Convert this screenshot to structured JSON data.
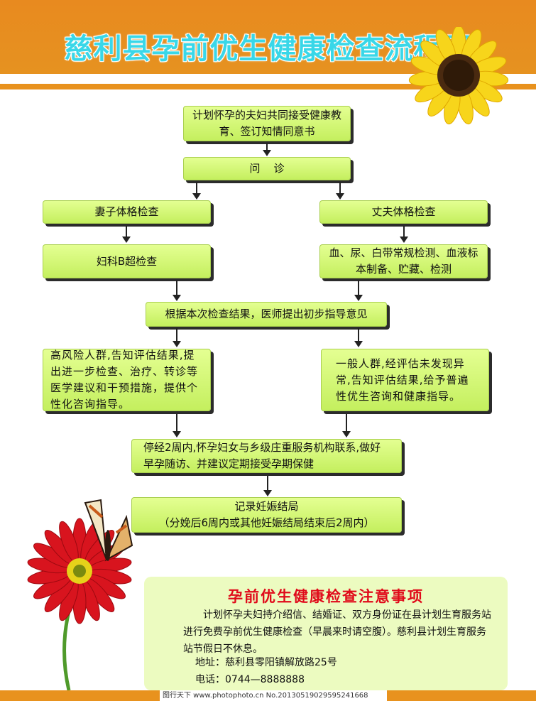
{
  "title": "慈利县孕前优生健康检查流程图",
  "flow": {
    "step1": "计划怀孕的夫妇共同接受健康教育、签订知情同意书",
    "step2": "问    诊",
    "wife_exam": "妻子体格检查",
    "husband_exam": "丈夫体格检查",
    "wife_b": "妇科B超检查",
    "husband_tests": "血、尿、白带常规检测、血液标本制备、贮藏、检测",
    "advice": "根据本次检查结果，医师提出初步指导意见",
    "high_risk": "高风险人群,告知评估结果,提出进一步检查、治疗、转诊等医学建议和干预措施，提供个性化咨询指导。",
    "general": "一般人群,经评估未发现异常,告知评估结果,给予普遍性优生咨询和健康指导。",
    "followup": "停经2周内,怀孕妇女与乡级庄重服务机构联系,做好早孕随访、并建议定期接受孕期保健",
    "record_line1": "记录妊娠结局",
    "record_line2": "（分娩后6周内或其他妊娠结局结束后2周内）"
  },
  "notice": {
    "title": "孕前优生健康检查注意事项",
    "body": "计划怀孕夫妇持介绍信、结婚证、双方身份证在县计划生育服务站进行免费孕前优生健康检查（早晨来时请空腹）。慈利县计划生育服务站节假日不休息。",
    "address": "地址：慈利县零阳镇解放路25号",
    "phone": "电话：0744—8888888"
  },
  "footer": {
    "watermark": "图行天下 www.photophoto.cn No.20130519029595241668"
  },
  "colors": {
    "orange": "#e8921e",
    "title_cyan": "#39d7e8",
    "box_green": "#d4f877",
    "notice_red": "#e00a1a"
  }
}
